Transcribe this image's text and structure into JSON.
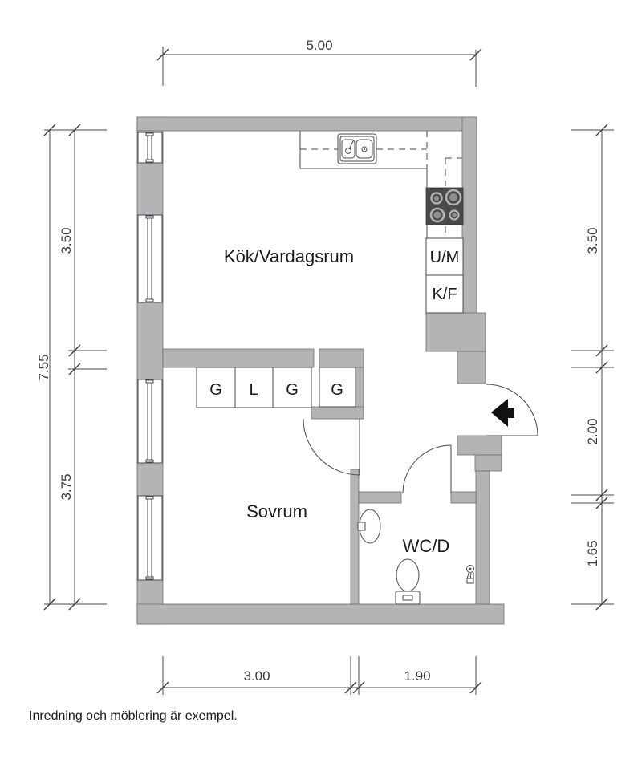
{
  "caption": "Inredning och möblering är exempel.",
  "rooms": {
    "kitchen_living": "Kök/Vardagsrum",
    "bedroom": "Sovrum",
    "bathroom": "WC/D"
  },
  "labels": {
    "dishwasher": "U/M",
    "fridge_freezer": "K/F",
    "closet_1": "G",
    "closet_2": "L",
    "closet_3": "G",
    "closet_4": "G"
  },
  "dimensions": {
    "top_width": "5.00",
    "left_total_height": "7.55",
    "left_upper": "3.50",
    "left_lower": "3.75",
    "right_upper": "3.50",
    "right_middle": "2.00",
    "right_lower": "1.65",
    "bottom_left": "3.00",
    "bottom_right": "1.90"
  },
  "colors": {
    "wall_fill": "#b3b4b6",
    "stove_fill": "#4a4a4c",
    "line": "#4a4a4a",
    "text": "#1b1b1b"
  }
}
